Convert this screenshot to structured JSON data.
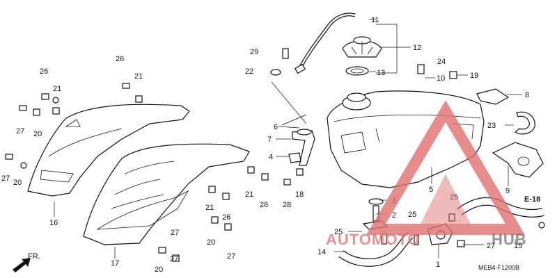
{
  "diagram": {
    "callouts": {
      "c1": "1",
      "c2": "2",
      "c3": "3",
      "c4": "4",
      "c5": "5",
      "c6": "6",
      "c7": "7",
      "c8": "8",
      "c9": "9",
      "c10": "10",
      "c11": "11",
      "c12": "12",
      "c13": "13",
      "c14": "14",
      "c15": "15",
      "c16": "16",
      "c17": "17",
      "c18": "18",
      "c19": "19",
      "c20a": "20",
      "c20b": "20",
      "c20c": "20",
      "c20d": "20",
      "c21a": "21",
      "c21b": "21",
      "c21c": "21",
      "c21d": "21",
      "c22": "22",
      "c23": "23",
      "c24": "24",
      "c25a": "25",
      "c25b": "25",
      "c25c": "25",
      "c26a": "26",
      "c26b": "26",
      "c26c": "26",
      "c26d": "26",
      "c27a": "27",
      "c27b": "27",
      "c27c": "27",
      "c27d": "27",
      "c27e": "27",
      "c27f": "27",
      "c28": "28",
      "c29": "29"
    },
    "reference": "E-18",
    "front_marker": "FR.",
    "diagram_code": "MEB4-F1200B",
    "watermark": {
      "part1": "AUTOMOTO",
      "part2": "HUB"
    }
  },
  "colors": {
    "watermark_red": "#e0706f",
    "watermark_gray": "#666666",
    "line": "#111111"
  }
}
